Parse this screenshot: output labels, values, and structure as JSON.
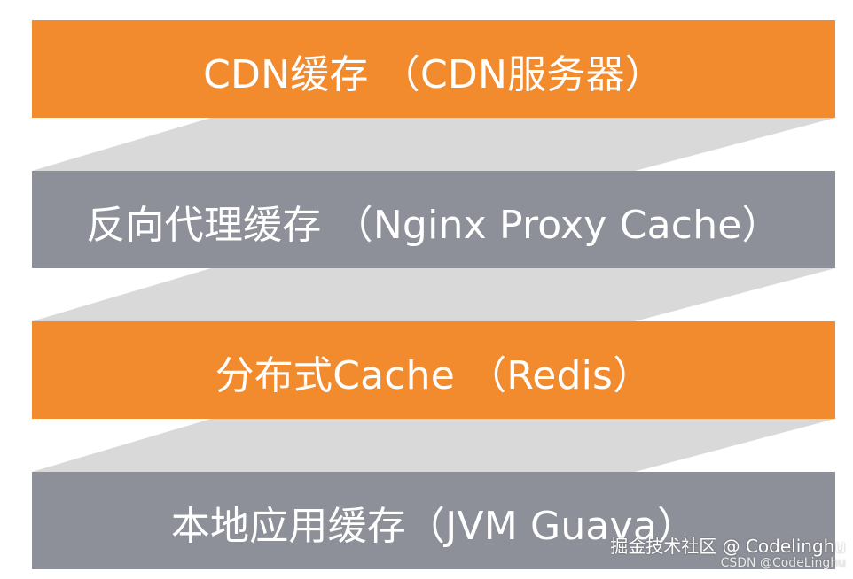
{
  "layers": [
    {
      "label": "CDN缓存 （CDN服务器）"
    },
    {
      "label": "反向代理缓存 （Nginx Proxy Cache）"
    },
    {
      "label": "分布式Cache （Redis）"
    },
    {
      "label": "本地应用缓存（JVM Guava）"
    }
  ],
  "watermark": {
    "main": "掘金技术社区 @ Codelinghu",
    "sub": "CSDN @CodeLinghu"
  },
  "colors": {
    "orange": "#f28a2e",
    "gray": "#8d9098",
    "connector": "#d9d9d9",
    "background": "#ffffff"
  }
}
